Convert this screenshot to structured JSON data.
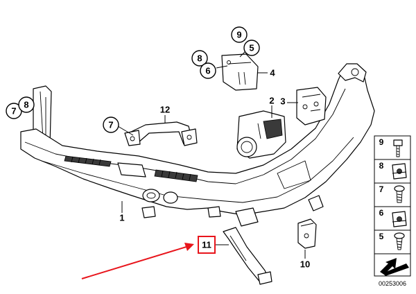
{
  "callouts": {
    "c9": "9",
    "c5": "5",
    "c8": "8",
    "c6": "6",
    "c4": "4",
    "c3": "3",
    "c2": "2",
    "c12": "12",
    "c7": "7",
    "c7b": "7",
    "c8b": "8",
    "c1": "1",
    "c11": "11",
    "c10": "10"
  },
  "legend": {
    "items": [
      {
        "number": "9",
        "icon": "bolt-icon"
      },
      {
        "number": "8",
        "icon": "clip-nut-icon"
      },
      {
        "number": "7",
        "icon": "screw-icon"
      },
      {
        "number": "6",
        "icon": "clip-nut-icon"
      },
      {
        "number": "5",
        "icon": "self-tapping-screw-icon"
      }
    ],
    "footer_icon": "arrow-stamp-icon"
  },
  "document_number": "00253006",
  "highlight": {
    "label": "11",
    "color": "#e8141b",
    "arrow_color": "#e8141b"
  }
}
